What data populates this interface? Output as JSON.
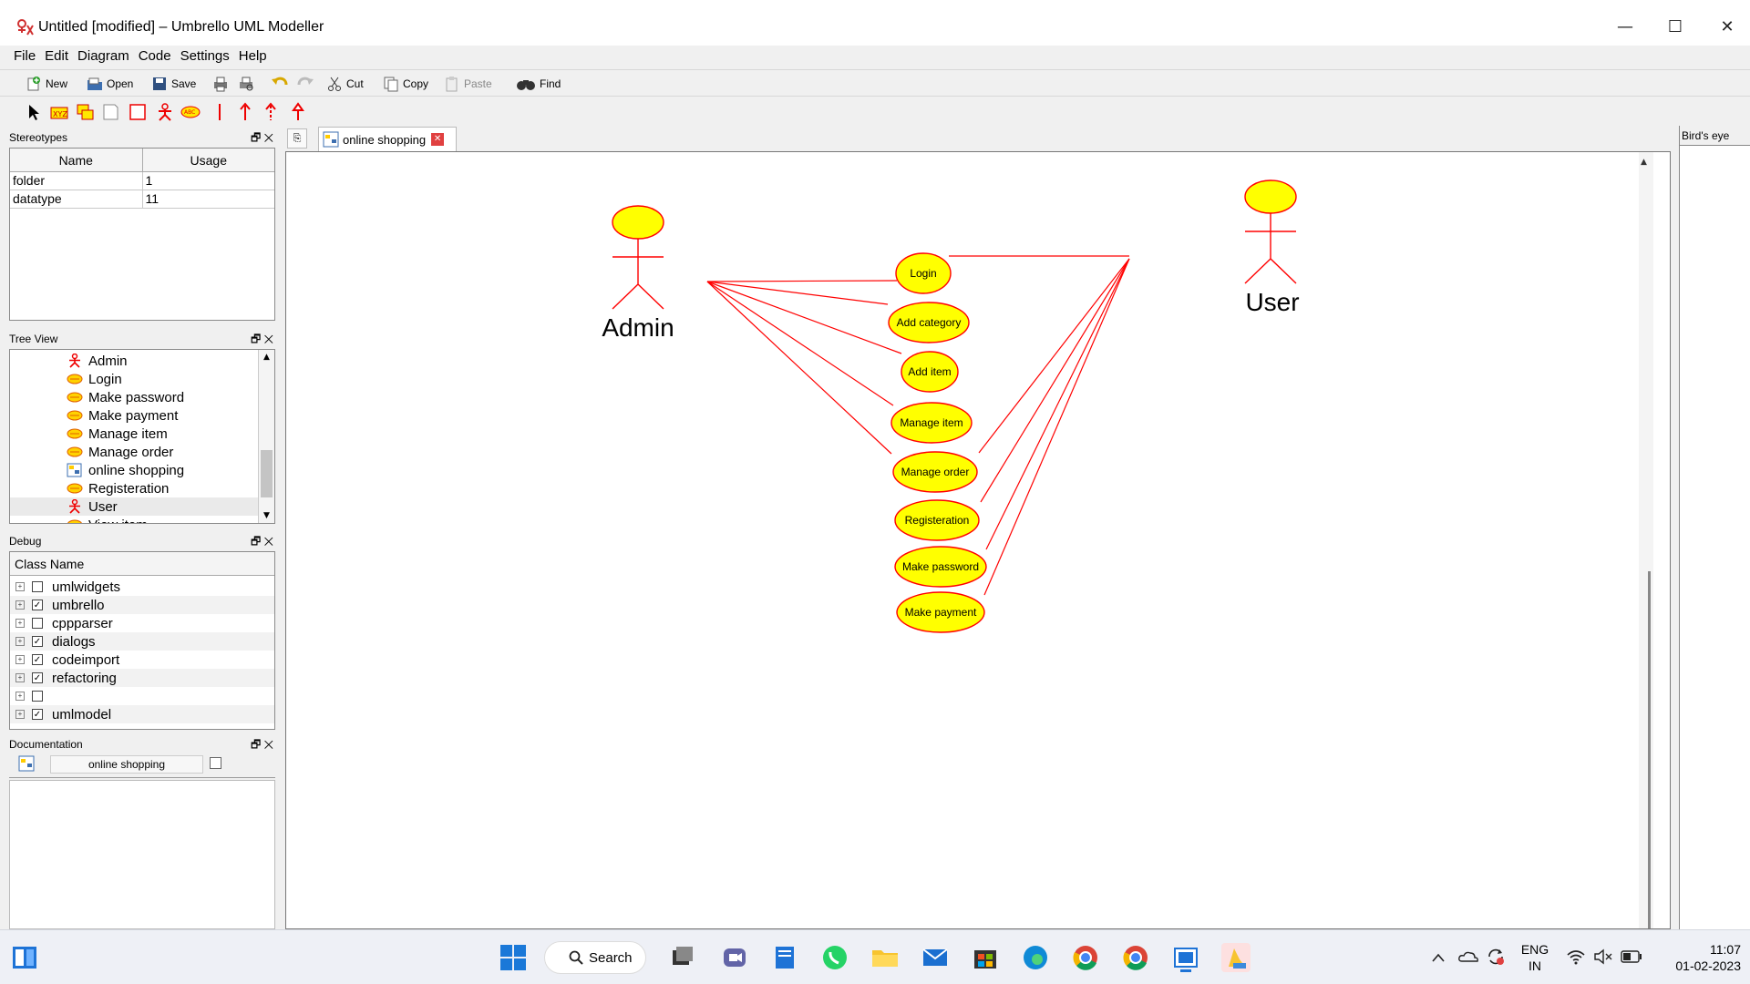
{
  "window": {
    "title": "Untitled [modified] – Umbrello UML Modeller",
    "minimize": "—",
    "maximize": "☐",
    "close": "✕"
  },
  "menu": [
    "File",
    "Edit",
    "Diagram",
    "Code",
    "Settings",
    "Help"
  ],
  "toolbar": {
    "new": "New",
    "open": "Open",
    "save": "Save",
    "cut": "Cut",
    "copy": "Copy",
    "paste": "Paste",
    "find": "Find"
  },
  "stereotypes": {
    "title": "Stereotypes",
    "columns": [
      "Name",
      "Usage"
    ],
    "rows": [
      {
        "name": "folder",
        "usage": "1"
      },
      {
        "name": "datatype",
        "usage": "11"
      }
    ]
  },
  "tree": {
    "title": "Tree View",
    "items": [
      {
        "label": "Admin",
        "icon": "actor-icon"
      },
      {
        "label": "Login",
        "icon": "usecase-icon"
      },
      {
        "label": "Make password",
        "icon": "usecase-icon"
      },
      {
        "label": "Make payment",
        "icon": "usecase-icon"
      },
      {
        "label": "Manage item",
        "icon": "usecase-icon"
      },
      {
        "label": "Manage order",
        "icon": "usecase-icon"
      },
      {
        "label": "online shopping",
        "icon": "diagram-icon"
      },
      {
        "label": "Registeration",
        "icon": "usecase-icon"
      },
      {
        "label": "User",
        "icon": "actor-icon"
      },
      {
        "label": "View item",
        "icon": "usecase-icon"
      }
    ]
  },
  "debug": {
    "title": "Debug",
    "column": "Class Name",
    "rows": [
      {
        "name": "umlwidgets",
        "checked": false
      },
      {
        "name": "umbrello",
        "checked": true
      },
      {
        "name": "cppparser",
        "checked": false
      },
      {
        "name": "dialogs",
        "checked": true
      },
      {
        "name": "codeimport",
        "checked": true
      },
      {
        "name": "refactoring",
        "checked": true
      },
      {
        "name": "",
        "checked": false
      },
      {
        "name": "umlmodel",
        "checked": true
      }
    ]
  },
  "documentation": {
    "title": "Documentation",
    "name": "online shopping"
  },
  "diagram_tab": {
    "label": "online shopping"
  },
  "birdseye": {
    "title": "Bird's eye"
  },
  "diagram": {
    "actors": [
      {
        "name": "Admin"
      },
      {
        "name": "User"
      }
    ],
    "usecases": [
      "Login",
      "Add category",
      "Add item",
      "Manage item",
      "Manage order",
      "Registeration",
      "Make password",
      "Make payment"
    ],
    "fill_color": "#ffff00",
    "line_color": "#ff0000"
  },
  "taskbar": {
    "search": "Search",
    "lang1": "ENG",
    "lang2": "IN",
    "time": "11:07",
    "date": "01-02-2023"
  }
}
